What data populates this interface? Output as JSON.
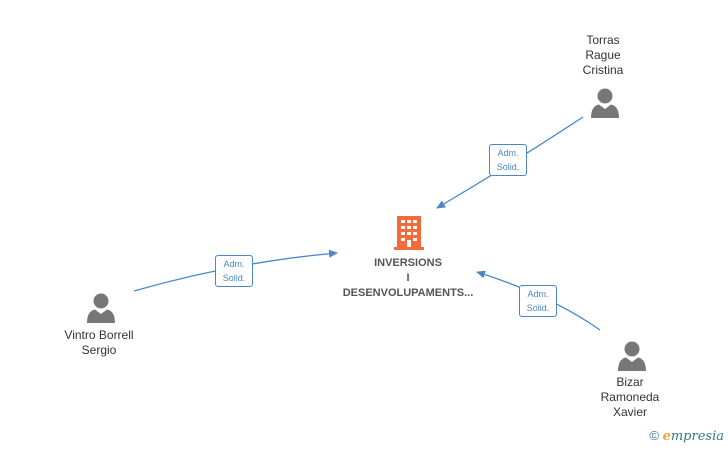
{
  "company": {
    "name_line1": "INVERSIONS",
    "name_line2": "I",
    "name_line3": "DESENVOLUPAMENTS...",
    "icon": "building-icon",
    "color": "#f26b3a"
  },
  "people": [
    {
      "id": "torras",
      "lines": [
        "Torras",
        "Rague",
        "Cristina"
      ],
      "icon": "person-icon"
    },
    {
      "id": "vintro",
      "lines": [
        "Vintro Borrell",
        "Sergio"
      ],
      "icon": "person-icon"
    },
    {
      "id": "bizar",
      "lines": [
        "Bizar",
        "Ramoneda",
        "Xavier"
      ],
      "icon": "person-icon"
    }
  ],
  "relations": [
    {
      "from": "torras",
      "line1": "Adm.",
      "line2": "Solid."
    },
    {
      "from": "vintro",
      "line1": "Adm.",
      "line2": "Solid."
    },
    {
      "from": "bizar",
      "line1": "Adm.",
      "line2": "Solid."
    }
  ],
  "colors": {
    "edge": "#4a86c8",
    "person": "#777777",
    "text": "#333333"
  },
  "footer": {
    "copyright": "©",
    "brand_e": "e",
    "brand_rest": "mpresia"
  }
}
